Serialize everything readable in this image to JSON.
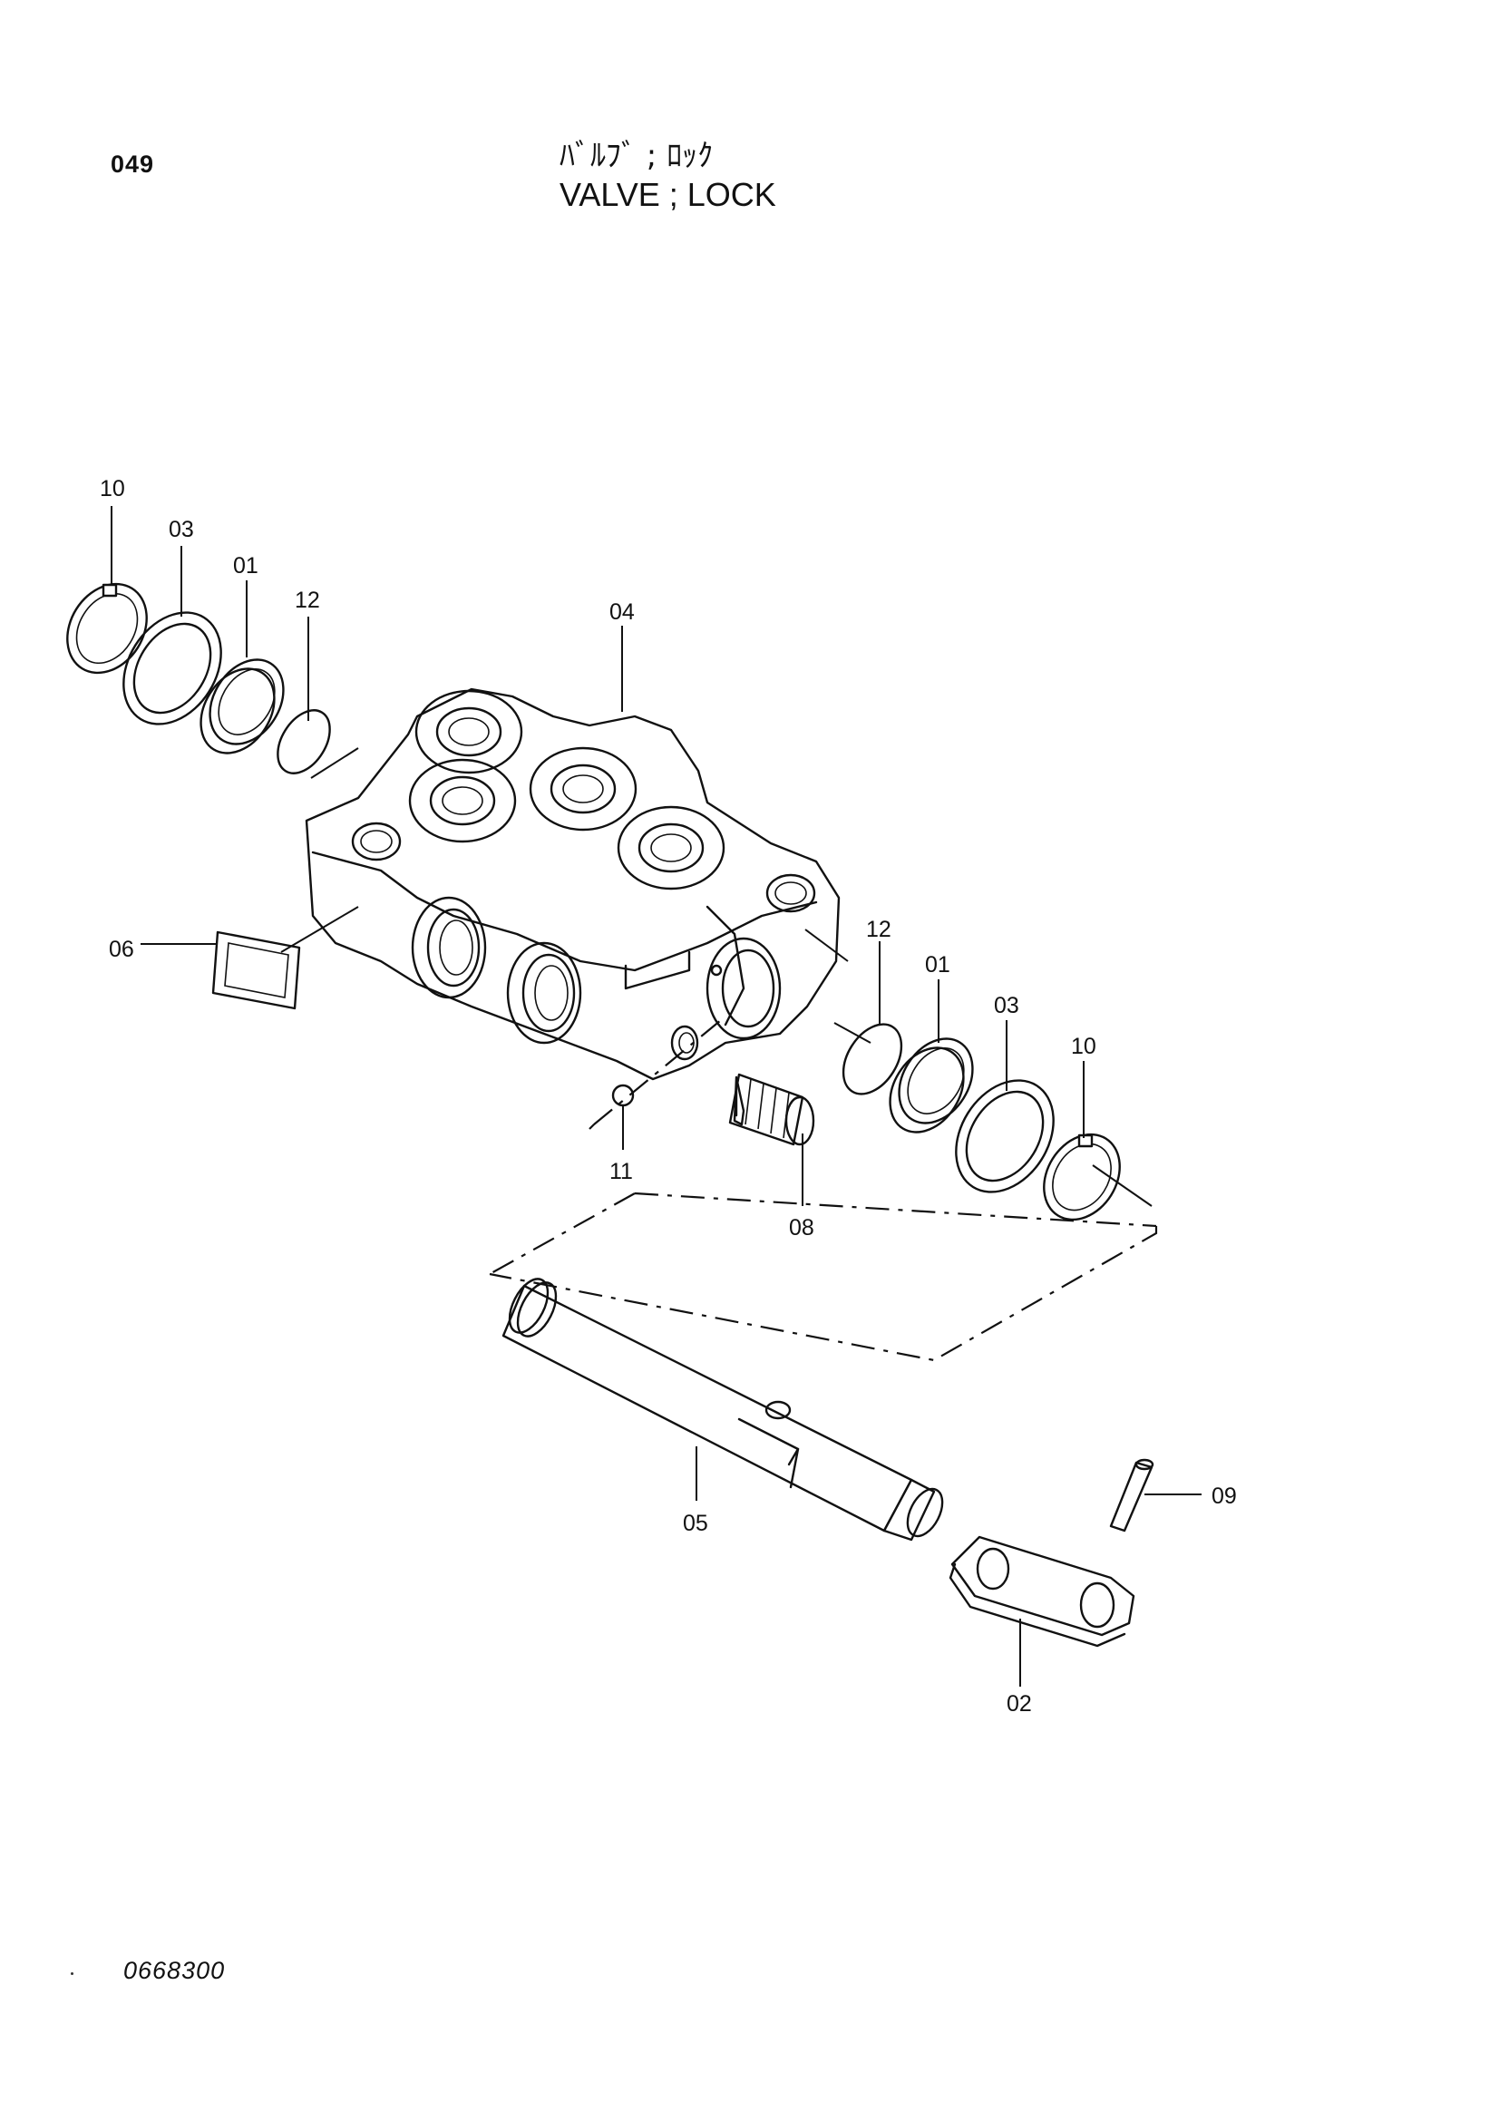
{
  "page": {
    "number": "049",
    "title_jp": "ﾊﾞﾙﾌﾞ ; ﾛｯｸ",
    "title_en": "VALVE ; LOCK",
    "drawing_code": "0668300"
  },
  "callouts": [
    {
      "id": "c10a",
      "label": "10"
    },
    {
      "id": "c03a",
      "label": "03"
    },
    {
      "id": "c01a",
      "label": "01"
    },
    {
      "id": "c12a",
      "label": "12"
    },
    {
      "id": "c04",
      "label": "04"
    },
    {
      "id": "c06",
      "label": "06"
    },
    {
      "id": "c12b",
      "label": "12"
    },
    {
      "id": "c01b",
      "label": "01"
    },
    {
      "id": "c03b",
      "label": "03"
    },
    {
      "id": "c10b",
      "label": "10"
    },
    {
      "id": "c11",
      "label": "11"
    },
    {
      "id": "c08",
      "label": "08"
    },
    {
      "id": "c05",
      "label": "05"
    },
    {
      "id": "c09",
      "label": "09"
    },
    {
      "id": "c02",
      "label": "02"
    }
  ]
}
